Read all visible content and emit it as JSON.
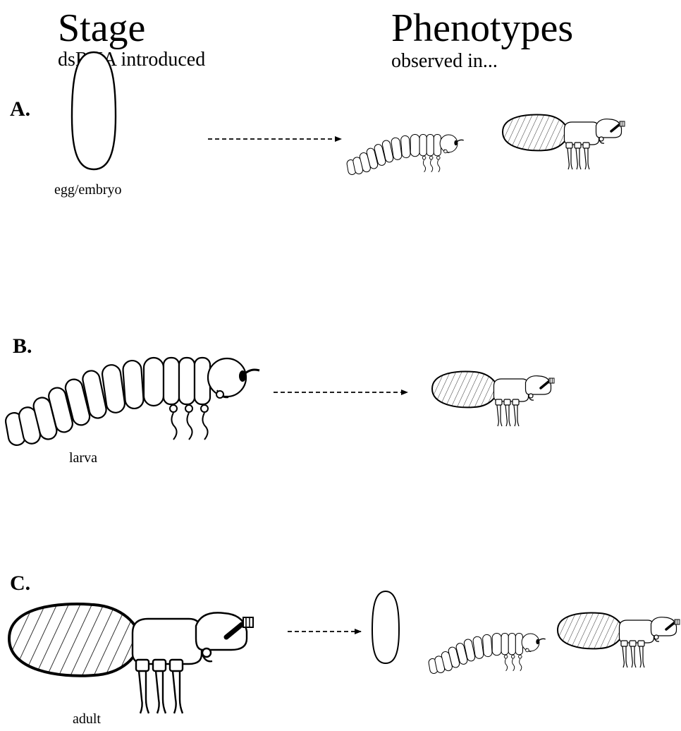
{
  "header": {
    "stage_title": "Stage",
    "stage_subtitle": "dsRNA introduced",
    "phenotypes_title": "Phenotypes",
    "phenotypes_subtitle": "observed in..."
  },
  "rows": [
    {
      "label": "A.",
      "stage_caption": "egg/embryo",
      "stage": "egg",
      "phenotypes": [
        "larva",
        "adult"
      ]
    },
    {
      "label": "B.",
      "stage_caption": "larva",
      "stage": "larva",
      "phenotypes": [
        "adult"
      ]
    },
    {
      "label": "C.",
      "stage_caption": "adult",
      "stage": "adult",
      "phenotypes": [
        "egg",
        "larva",
        "adult"
      ]
    }
  ]
}
